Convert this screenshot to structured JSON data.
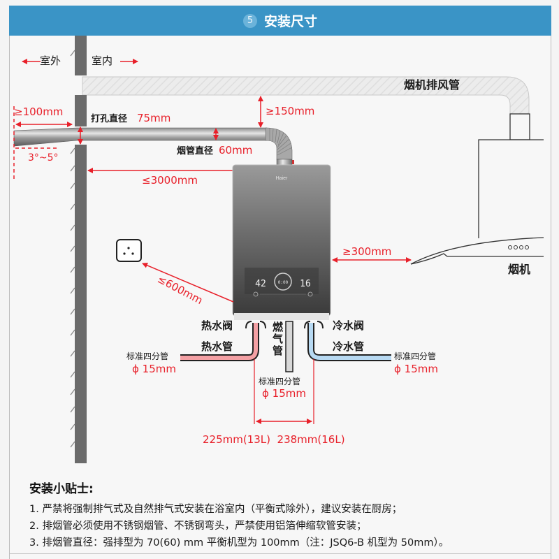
{
  "header": {
    "step_number": "5",
    "title": "安装尺寸"
  },
  "zones": {
    "outdoor": "室外",
    "indoor": "室内"
  },
  "labels": {
    "hood_exhaust_pipe": "烟机排风管",
    "hole_diameter_label": "打孔直径",
    "hole_diameter_value": "75mm",
    "flue_diameter_label": "烟管直径",
    "flue_diameter_value": "60mm",
    "outside_extension": "≥100mm",
    "slope": "3°~5°",
    "ceiling_clearance": "≥150mm",
    "max_flue_length": "≤3000mm",
    "socket_distance": "≤600mm",
    "hood_clearance": "≥300mm",
    "range_hood": "烟机",
    "hot_valve": "热水阀",
    "hot_pipe": "热水管",
    "gas_pipe": "燃气管",
    "cold_valve": "冷水阀",
    "cold_pipe": "冷水管",
    "std_pipe_left": "标准四分管",
    "std_pipe_left_dia": "ϕ 15mm",
    "std_pipe_center": "标准四分管",
    "std_pipe_center_dia": "ϕ 15mm",
    "std_pipe_right": "标准四分管",
    "std_pipe_right_dia": "ϕ 15mm",
    "pipe_spacing": "225mm(13L)  238mm(16L)"
  },
  "heater": {
    "brand": "Haier",
    "display_left": "42",
    "display_right": "16",
    "display_center": "0:00"
  },
  "tips": {
    "title": "安装小贴士:",
    "items": [
      "1. 严禁将强制排气式及自然排气式安装在浴室内（平衡式除外），建议安装在厨房；",
      "2. 排烟管必须使用不锈钢烟管、不锈钢弯头，严禁使用铝箔伸缩软管安装；",
      "3. 排烟管直径：强排型为 70(60) mm 平衡机型为 100mm（注：JSQ6-B 机型为 50mm）。"
    ]
  },
  "colors": {
    "header_bg": "#3a94c6",
    "dimension_red": "#e8202a",
    "hot_pipe": "#f4a0a4",
    "cold_pipe": "#b7d9f2",
    "wall": "#6b6b6b"
  }
}
